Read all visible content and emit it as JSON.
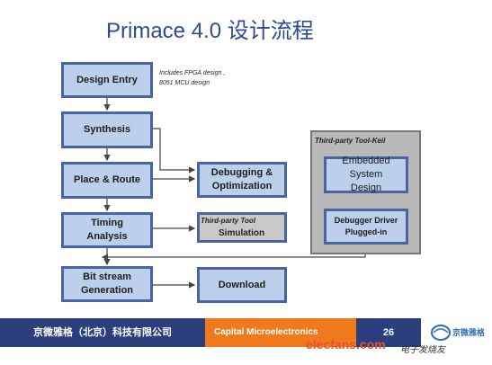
{
  "title": "Primace 4.0 设计流程",
  "flow": {
    "design_entry": "Design Entry",
    "design_entry_note_1": "Includes FPGA design ,",
    "design_entry_note_2": "8051 MCU design",
    "synthesis": "Synthesis",
    "place_route": "Place & Route",
    "timing_1": "Timing",
    "timing_2": "Analysis",
    "bitstream_1": "Bit stream",
    "bitstream_2": "Generation",
    "debugging_1": "Debugging &",
    "debugging_2": "Optimization",
    "simulation_1": "Third-party Tool",
    "simulation_2": "Simulation",
    "download": "Download"
  },
  "third_party": {
    "title": "Third-party Tool-Keil",
    "embedded_1": "Embedded System",
    "embedded_2": "Design",
    "debugger_1": "Debugger Driver",
    "debugger_2": "Plugged-in"
  },
  "footer": {
    "company_cn": "京微雅格（北京）科技有限公司",
    "company_en": "Capital Microelectronics",
    "page_number": "26",
    "logo_text": "京微雅格"
  },
  "watermark": {
    "site": "elecfans.com",
    "site_cn": "电子发烧友"
  },
  "colors": {
    "box_fill": "#bcd0ec",
    "box_border": "#4a64a0",
    "footer_blue": "#2c3f7d",
    "footer_orange": "#f07a1b"
  }
}
